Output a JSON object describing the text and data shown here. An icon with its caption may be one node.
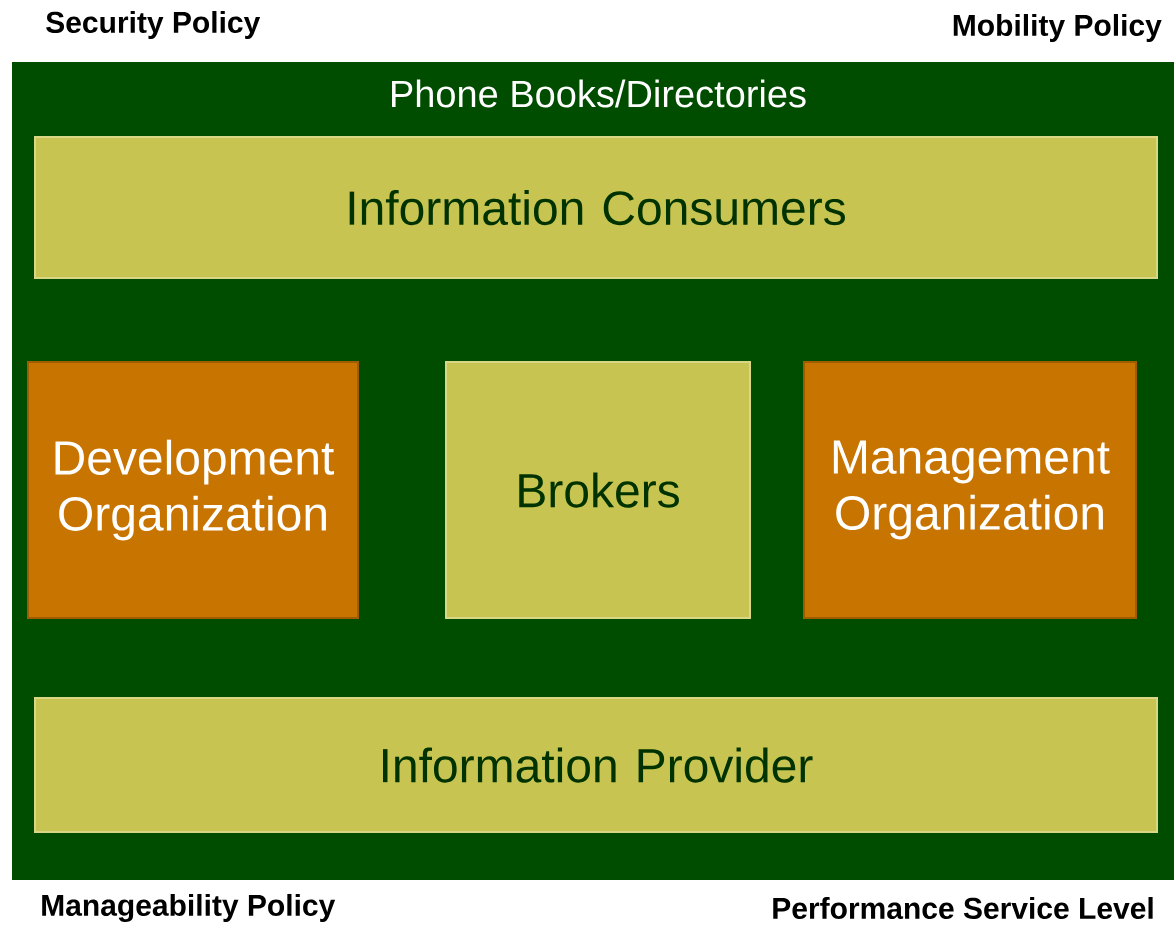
{
  "diagram": {
    "nodes": [
      {
        "text": [
          "Phone Books/Directories"
        ]
      },
      {
        "text": [
          "Information Consumers"
        ],
        "in": 0
      },
      {
        "text": [
          "Development Organization"
        ],
        "in": 0
      },
      {
        "text": [
          "Brokers"
        ],
        "in": 0
      },
      {
        "text": [
          "Management Organization"
        ],
        "in": 0
      },
      {
        "text": [
          "Information Provider"
        ],
        "in": 0
      }
    ],
    "labels": [
      "Security Policy",
      "Mobility Policy",
      "Manageability Policy",
      "Performance Service Level"
    ]
  }
}
